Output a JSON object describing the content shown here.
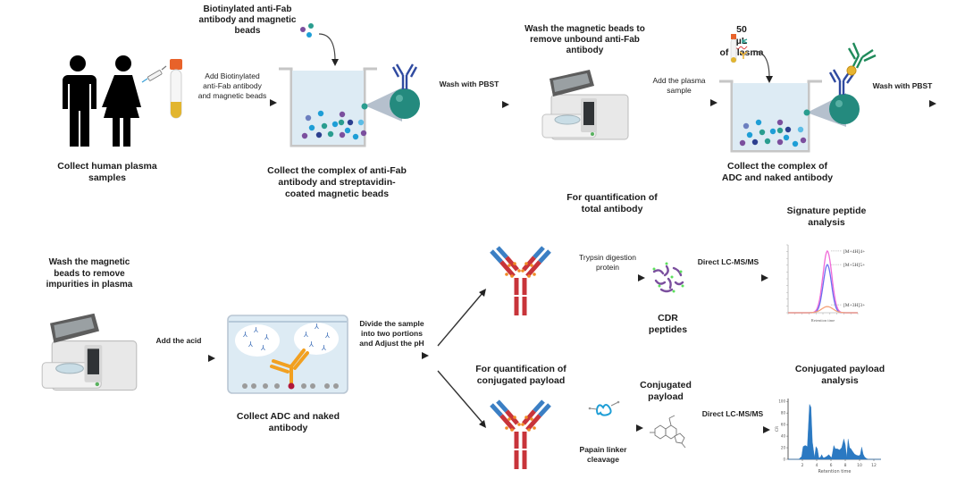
{
  "diagram": {
    "title": "Hybrid LBA-LC-MS/MS workflow for ADC total antibody and conjugated payload quantification",
    "steps": {
      "collect_plasma": {
        "caption": "Collect human plasma\nsamples"
      },
      "add_reagents": {
        "heading": "Biotinylated anti-Fab\nantibody and magnetic\nbeads",
        "arrow_label": "Add Biotinylated\nanti-Fab antibody\nand magnetic beads"
      },
      "complex_1": {
        "caption": "Collect the complex of anti-Fab\nantibody and streptavidin-\ncoated magnetic beads"
      },
      "wash_1": {
        "arrow_label": "Wash with PBST"
      },
      "wash_beads_1": {
        "heading": "Wash the magnetic beads to\nremove unbound anti-Fab\nantibody"
      },
      "plasma_volume": {
        "amount": "50",
        "unit": "µL",
        "rest": "of plasma"
      },
      "add_plasma": {
        "arrow_label": "Add the plasma\nsample"
      },
      "complex_2": {
        "caption": "Collect the complex of\nADC and naked antibody"
      },
      "wash_2": {
        "arrow_label": "Wash with PBST"
      },
      "wash_beads_2": {
        "heading": "Wash the magnetic\nbeads to remove\nimpurities in plasma"
      },
      "add_acid": {
        "arrow_label": "Add the acid"
      },
      "collect_adc": {
        "caption": "Collect ADC and naked\nantibody"
      },
      "divide": {
        "arrow_label": "Divide the sample\ninto two portions\nand Adjust the pH"
      },
      "total_ab": {
        "heading": "For quantification of\ntotal antibody"
      },
      "trypsin": {
        "arrow_label": "Trypsin digestion\nprotein"
      },
      "cdr": {
        "caption": "CDR\npeptides"
      },
      "lcms_1": {
        "arrow_label": "Direct LC-MS/MS"
      },
      "sig_peptide": {
        "heading": "Signature peptide\nanalysis"
      },
      "conj_payload_q": {
        "heading": "For quantification of\nconjugated payload"
      },
      "papain": {
        "arrow_label": "Papain linker\ncleavage"
      },
      "conj_payload": {
        "heading": "Conjugated\npayload"
      },
      "lcms_2": {
        "arrow_label": "Direct LC-MS/MS"
      },
      "conj_analysis": {
        "heading": "Conjugated payload\nanalysis"
      }
    },
    "icons": [
      "man-icon",
      "woman-icon",
      "syringe-icon",
      "blood-tube-icon",
      "bead-cluster-icon",
      "beaker-icon",
      "antibody-bead-icon",
      "magnetic-washer-icon",
      "adc-antibody-icon",
      "acid-tank-icon",
      "antibody-icon",
      "peptide-icon",
      "enzyme-icon",
      "molecule-icon"
    ],
    "colors": {
      "bead_teal": "#2a9d8f",
      "antibody_blue": "#2f4aa0",
      "heavy_chain_red": "#c8343a",
      "light_chain_blue": "#3b7fc4",
      "payload_orange": "#f08a24",
      "peak_blue": "#2b79c2",
      "beaker_fill": "#ddebf4"
    }
  },
  "chart_data": [
    {
      "type": "line",
      "title": "Signature peptide analysis",
      "xlabel": "Retention time",
      "ylabel": "",
      "series": [
        {
          "name": "[M+4H]4+",
          "color": "#f06ad8",
          "peak_x": 2.72,
          "peak_y": 1.0,
          "width": 0.07
        },
        {
          "name": "[M+5H]5+",
          "color": "#6b6ef0",
          "peak_x": 2.72,
          "peak_y": 0.78,
          "width": 0.065
        },
        {
          "name": "[M+3H]3+",
          "color": "#f5a27a",
          "peak_x": 2.72,
          "peak_y": 0.1,
          "width": 0.09
        }
      ],
      "x_range": [
        2.1,
        3.2
      ],
      "y_range": [
        0,
        1.1
      ],
      "annotations": [
        "[M+4H]4+",
        "[M+5H]5+",
        "[M+3H]3+"
      ]
    },
    {
      "type": "area",
      "title": "Conjugated payload analysis",
      "xlabel": "Retention time",
      "ylabel": "CR",
      "x_ticks": [
        2,
        4,
        6,
        8,
        10,
        12
      ],
      "y_ticks": [
        0,
        20,
        40,
        60,
        80,
        100
      ],
      "x_range": [
        0,
        13
      ],
      "y_range": [
        0,
        105
      ],
      "x": [
        0,
        1.5,
        1.9,
        2.1,
        2.4,
        2.7,
        3.0,
        3.2,
        3.4,
        3.7,
        3.9,
        4.1,
        4.3,
        4.5,
        4.7,
        4.9,
        5.1,
        5.4,
        5.7,
        5.9,
        6.1,
        6.4,
        6.6,
        6.9,
        7.2,
        7.5,
        7.8,
        8.0,
        8.2,
        8.4,
        8.6,
        8.8,
        9.0,
        9.3,
        9.6,
        9.9,
        10.1,
        10.3,
        10.5,
        10.7,
        10.9,
        11.2,
        13
      ],
      "y": [
        0,
        0,
        5,
        22,
        24,
        22,
        95,
        90,
        30,
        3,
        22,
        18,
        3,
        3,
        8,
        3,
        3,
        5,
        8,
        5,
        3,
        24,
        18,
        18,
        16,
        20,
        35,
        25,
        3,
        35,
        20,
        18,
        14,
        9,
        7,
        6,
        8,
        21,
        9,
        4,
        2,
        0,
        0
      ],
      "color": "#2b79c2"
    }
  ]
}
